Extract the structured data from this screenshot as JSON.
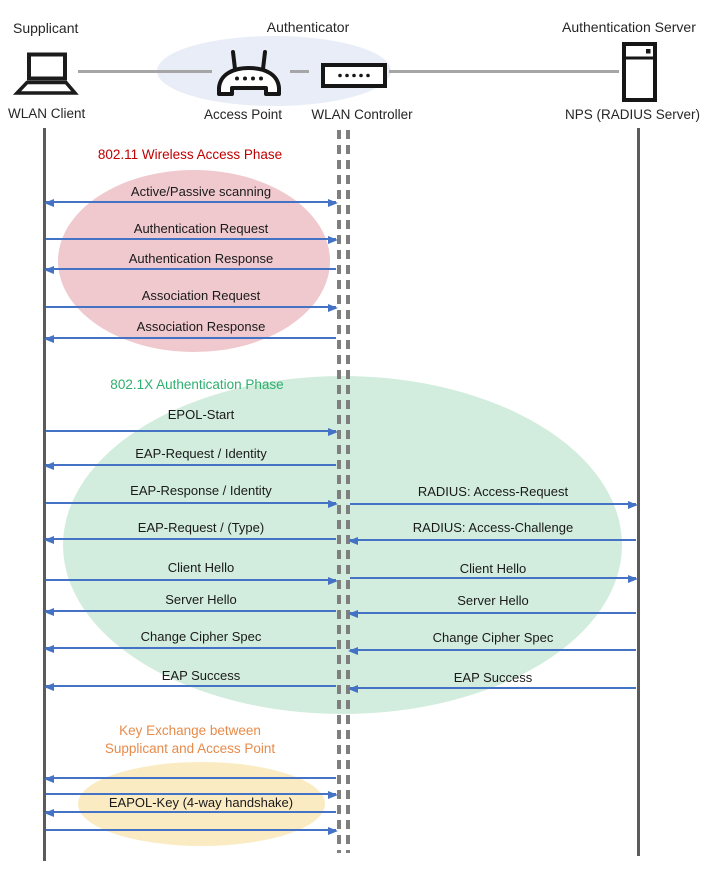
{
  "header": {
    "roles": [
      {
        "id": "supplicant",
        "label": "Supplicant"
      },
      {
        "id": "authenticator",
        "label": "Authenticator"
      },
      {
        "id": "authentication-server",
        "label": "Authentication Server"
      }
    ],
    "devices": [
      {
        "id": "wlan-client",
        "label": "WLAN Client"
      },
      {
        "id": "access-point",
        "label": "Access Point"
      },
      {
        "id": "wlan-controller",
        "label": "WLAN Controller"
      },
      {
        "id": "nps-radius-server",
        "label": "NPS (RADIUS Server)"
      }
    ]
  },
  "phases": [
    {
      "title": "802.11 Wireless Access Phase",
      "title_color": "#C00000",
      "ellipse_color": "#EFC9CE"
    },
    {
      "title": "802.1X Authentication Phase",
      "title_color": "#2EAF6E",
      "ellipse_color": "#D2EDDD"
    },
    {
      "title_lines": [
        "Key Exchange between",
        "Supplicant and Access Point"
      ],
      "title_color": "#E78B4B",
      "ellipse_color": "#FBEBC2"
    }
  ],
  "messages": [
    {
      "phase": 1,
      "label": "Active/Passive scanning",
      "segment": "left",
      "direction": "both"
    },
    {
      "phase": 1,
      "label": "Authentication Request",
      "segment": "left",
      "direction": "right"
    },
    {
      "phase": 1,
      "label": "Authentication Response",
      "segment": "left",
      "direction": "left"
    },
    {
      "phase": 1,
      "label": "Association Request",
      "segment": "left",
      "direction": "right"
    },
    {
      "phase": 1,
      "label": "Association Response",
      "segment": "left",
      "direction": "left"
    },
    {
      "phase": 2,
      "label": "EPOL-Start",
      "segment": "left",
      "direction": "right"
    },
    {
      "phase": 2,
      "label": "EAP-Request / Identity",
      "segment": "left",
      "direction": "left"
    },
    {
      "phase": 2,
      "label": "EAP-Response / Identity",
      "segment": "left",
      "direction": "right"
    },
    {
      "phase": 2,
      "label": "RADIUS: Access-Request",
      "segment": "right",
      "direction": "right"
    },
    {
      "phase": 2,
      "label": "EAP-Request / (Type)",
      "segment": "left",
      "direction": "left"
    },
    {
      "phase": 2,
      "label": "RADIUS: Access-Challenge",
      "segment": "right",
      "direction": "left"
    },
    {
      "phase": 2,
      "label": "Client Hello",
      "segment": "left",
      "direction": "right"
    },
    {
      "phase": 2,
      "label": "Client Hello",
      "segment": "right",
      "direction": "right"
    },
    {
      "phase": 2,
      "label": "Server Hello",
      "segment": "left",
      "direction": "left"
    },
    {
      "phase": 2,
      "label": "Server Hello",
      "segment": "right",
      "direction": "left"
    },
    {
      "phase": 2,
      "label": "Change Cipher Spec",
      "segment": "left",
      "direction": "left"
    },
    {
      "phase": 2,
      "label": "Change Cipher Spec",
      "segment": "right",
      "direction": "left"
    },
    {
      "phase": 2,
      "label": "EAP Success",
      "segment": "left",
      "direction": "left"
    },
    {
      "phase": 2,
      "label": "EAP Success",
      "segment": "right",
      "direction": "left"
    },
    {
      "phase": 3,
      "label": "",
      "segment": "left",
      "direction": "left"
    },
    {
      "phase": 3,
      "label": "",
      "segment": "left",
      "direction": "right"
    },
    {
      "phase": 3,
      "label": "EAPOL-Key (4-way handshake)",
      "segment": "left",
      "direction": "none"
    },
    {
      "phase": 3,
      "label": "",
      "segment": "left",
      "direction": "left"
    },
    {
      "phase": 3,
      "label": "",
      "segment": "left",
      "direction": "right"
    }
  ],
  "colors": {
    "arrow": "#4472C4",
    "lifeline": "#5B5B5B",
    "dashed_lifeline": "#7F7F7F",
    "connector": "#A6A6A6",
    "authenticator_ellipse": "#E9EDF7"
  }
}
